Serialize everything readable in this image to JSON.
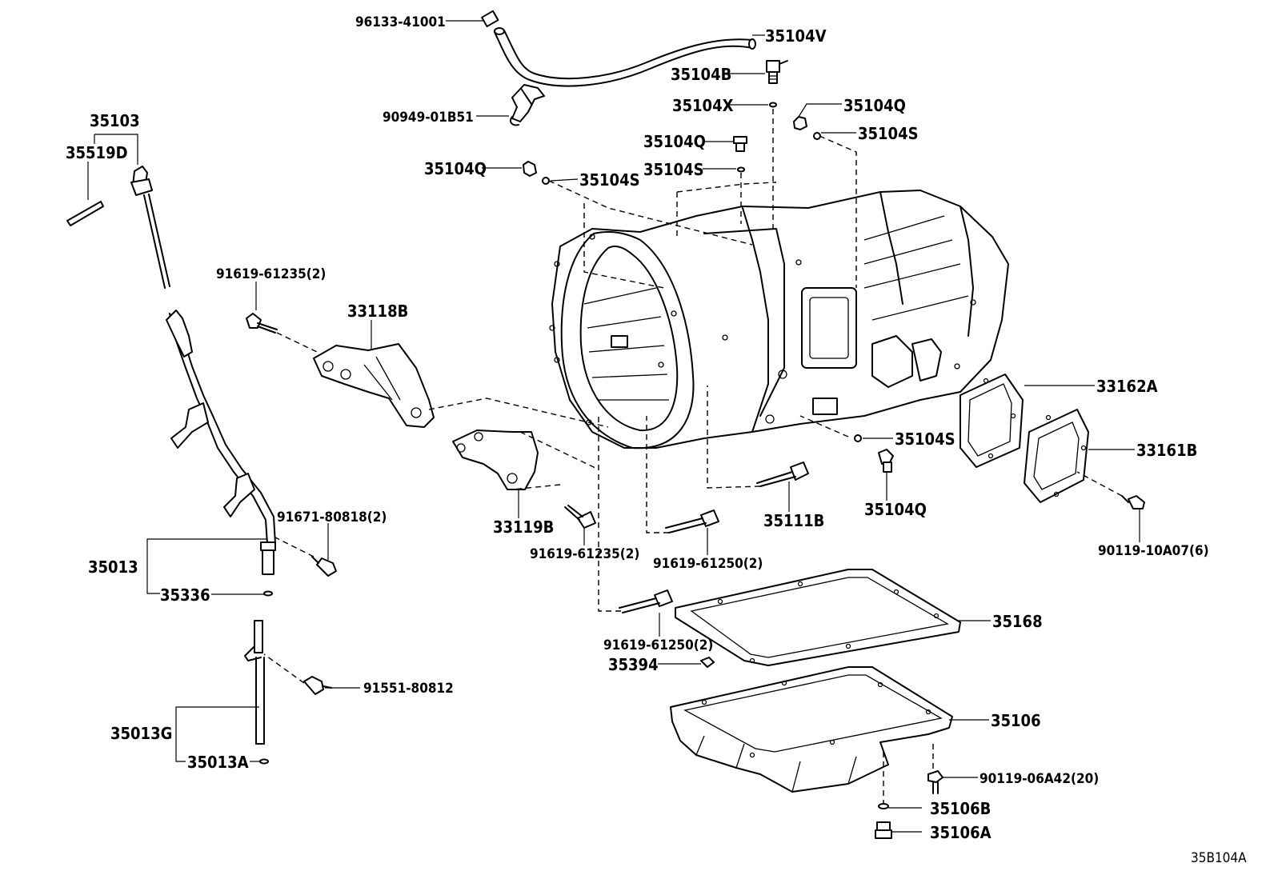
{
  "labels": {
    "p96133_41001": "96133-41001",
    "p35104V": "35104V",
    "p35104B": "35104B",
    "p90949_01B51": "90949-01B51",
    "p35104X": "35104X",
    "p35104Q_a": "35104Q",
    "p35104S_a": "35104S",
    "p35104Q_b": "35104Q",
    "p35104S_b": "35104S",
    "p35104Q_c": "35104Q",
    "p35104S_c": "35104S",
    "p35103": "35103",
    "p35519D": "35519D",
    "p91619_61235_a": "91619-61235(2)",
    "p33118B": "33118B",
    "p33162A": "33162A",
    "p35104S_d": "35104S",
    "p33161B": "33161B",
    "p91671_80818": "91671-80818(2)",
    "p33119B": "33119B",
    "p35111B": "35111B",
    "p35104Q_d": "35104Q",
    "p91619_61235_b": "91619-61235(2)",
    "p91619_61250_a": "91619-61250(2)",
    "p90119_10A07": "90119-10A07(6)",
    "p35013": "35013",
    "p35336": "35336",
    "p35168": "35168",
    "p91619_61250_b": "91619-61250(2)",
    "p35394": "35394",
    "p91551_80812": "91551-80812",
    "p35106": "35106",
    "p35013G": "35013G",
    "p35013A": "35013A",
    "p90119_06A42": "90119-06A42(20)",
    "p35106B": "35106B",
    "p35106A": "35106A"
  },
  "diagram_ref": "35B104A"
}
